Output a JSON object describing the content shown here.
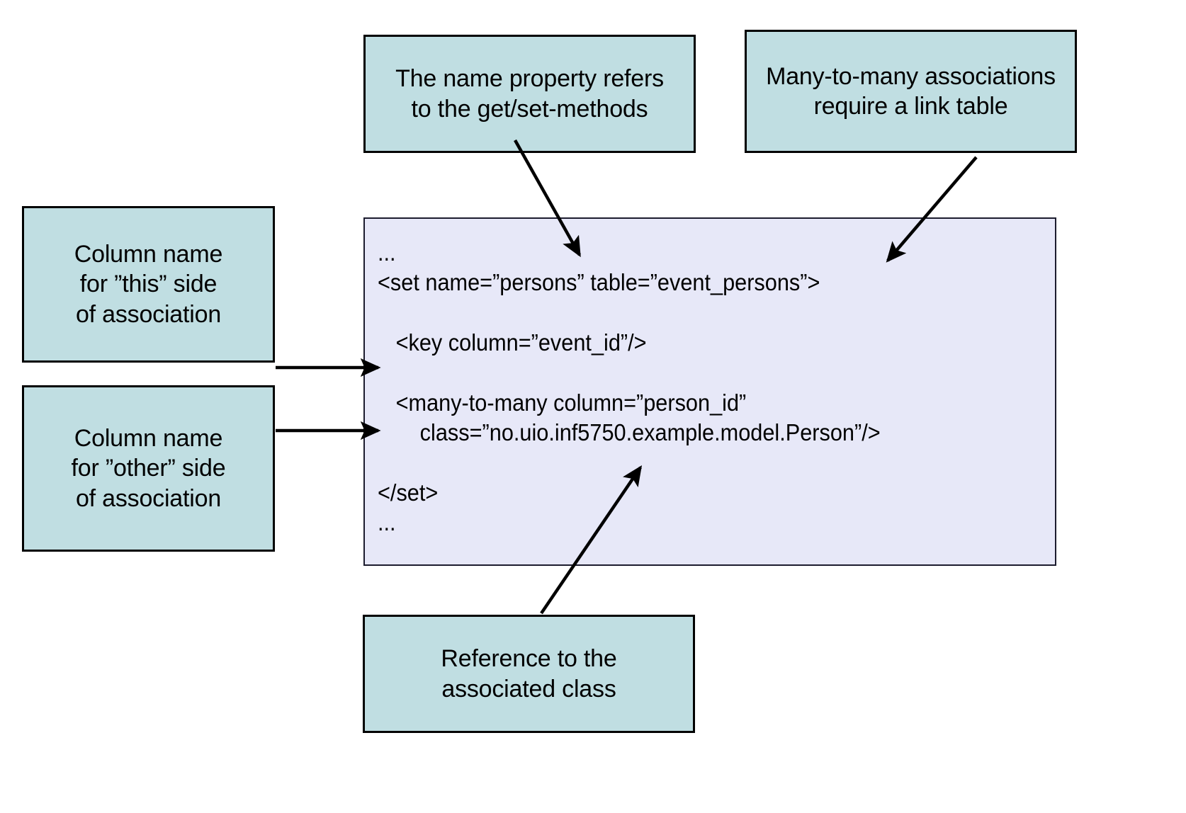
{
  "slide": {
    "background_color": "#ffffff",
    "note_fill": "#c0dee2",
    "note_border": "#000000",
    "code_panel_fill": "#e7e8f8",
    "code_panel_border": "#1c1c2e",
    "arrow_color": "#000000"
  },
  "notes": {
    "name_property": {
      "text": "The name property refers\nto the get/set-methods"
    },
    "many_to_many": {
      "text": "Many-to-many associations\nrequire a link table"
    },
    "this_side": {
      "text": "Column name\nfor ”this” side\nof association"
    },
    "other_side": {
      "text": "Column name\nfor ”other” side\nof association"
    },
    "reference_class": {
      "text": "Reference to the\nassociated class"
    }
  },
  "code_panel": {
    "lines": [
      "...",
      "<set name=”persons” table=”event_persons”>",
      "",
      "   <key column=”event_id”/>",
      "",
      "   <many-to-many column=”person_id”",
      "       class=”no.uio.inf5750.example.model.Person”/>",
      "",
      "</set>",
      "..."
    ],
    "line_0": "...",
    "line_1": "<set name=”persons” table=”event_persons”>",
    "line_2": "   <key column=”event_id”/>",
    "line_3": "   <many-to-many column=”person_id”",
    "line_4": "       class=”no.uio.inf5750.example.model.Person”/>",
    "line_5": "</set>",
    "line_6": "..."
  },
  "connectors": [
    {
      "name": "name-property-to-set-tag",
      "from": "note-name-property",
      "to": "set-name-attribute",
      "style": "diagonal-arrow"
    },
    {
      "name": "many-to-many-to-table-attr",
      "from": "note-many-to-many",
      "to": "set-table-attribute",
      "style": "diagonal-arrow"
    },
    {
      "name": "this-side-to-key-line",
      "from": "note-this-side",
      "to": "key-column-line",
      "style": "horizontal-arrow"
    },
    {
      "name": "other-side-to-many-line",
      "from": "note-other-side",
      "to": "many-to-many-line",
      "style": "horizontal-arrow"
    },
    {
      "name": "reference-class-to-class-attr",
      "from": "note-reference-class",
      "to": "class-attribute-line",
      "style": "diagonal-arrow"
    }
  ]
}
